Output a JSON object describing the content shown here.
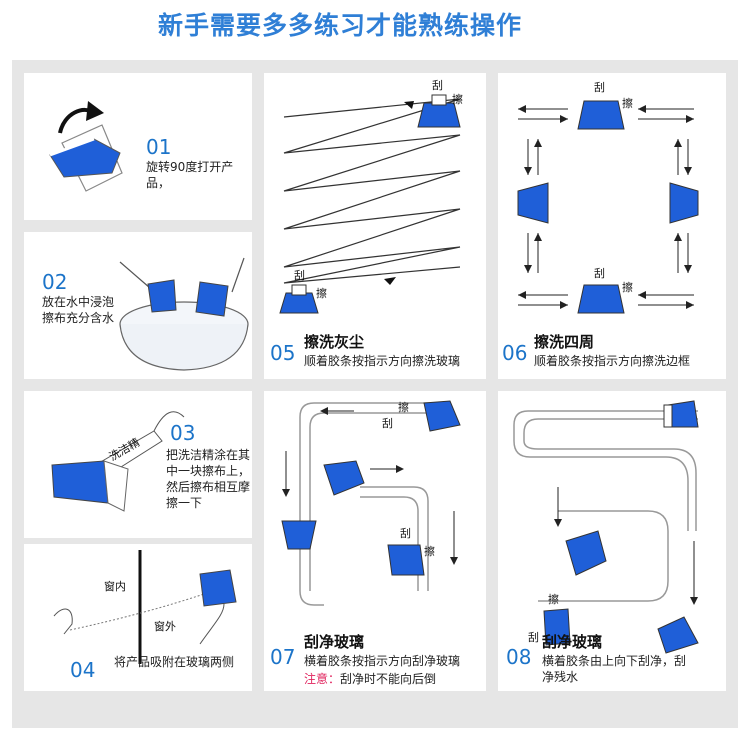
{
  "title": "新手需要多多练习才能熟练操作",
  "steps": [
    {
      "num": "01",
      "text": "旋转90度打开产品，"
    },
    {
      "num": "02",
      "text": "放在水中浸泡擦布充分含水"
    },
    {
      "num": "03",
      "text": "把洗洁精涂在其中一块擦布上，然后擦布相互摩擦一下",
      "bottle": "洗洁精"
    },
    {
      "num": "04",
      "text": "将产品吸附在玻璃两侧",
      "inside": "窗内",
      "outside": "窗外"
    },
    {
      "num": "05",
      "head": "擦洗灰尘",
      "text": "顺着胶条按指示方向擦洗玻璃"
    },
    {
      "num": "06",
      "head": "擦洗四周",
      "text": "顺着胶条按指示方向擦洗边框"
    },
    {
      "num": "07",
      "head": "刮净玻璃",
      "text": "横着胶条按指示方向刮净玻璃",
      "note_label": "注意：",
      "note": "刮净时不能向后倒"
    },
    {
      "num": "08",
      "head": "刮净玻璃",
      "text": "横着胶条由上向下刮净，刮净残水"
    }
  ],
  "labels": {
    "scrape": "刮",
    "wipe": "擦"
  },
  "colors": {
    "accent": "#1c74c9",
    "blue": "#1f5fd8",
    "frame": "#e6e6e6",
    "warn": "#e0245e"
  }
}
